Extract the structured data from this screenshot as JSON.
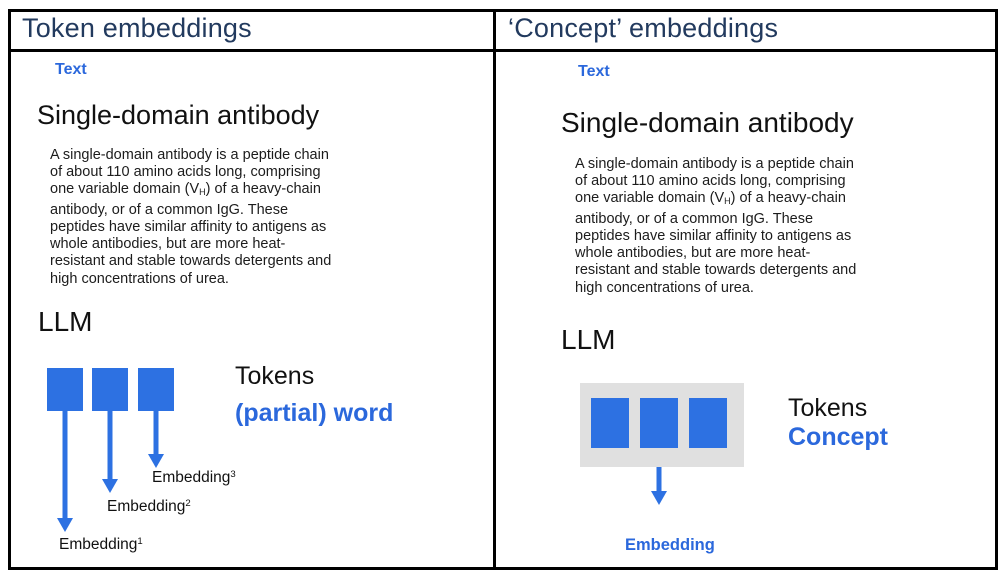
{
  "colors": {
    "border_black": "#000000",
    "header_navy": "#223a5e",
    "text_black": "#1a1a1a",
    "accent_blue_text": "#2b68dc",
    "accent_blue_shape": "#2d71e2",
    "gray_box": "#e0e0e0"
  },
  "left_panel": {
    "header": "Token embeddings",
    "text_label": "Text",
    "article": {
      "heading": "Single-domain antibody",
      "lines_a": [
        "A single-domain antibody is a peptide chain",
        "of about 110 amino acids long, comprising"
      ],
      "line_vh": {
        "before": "one variable domain (V",
        "sub": "H",
        "after": ") of a heavy-chain"
      },
      "lines_b": [
        "antibody, or of a common IgG. These",
        "peptides have similar affinity to antigens as",
        "whole antibodies, but are more heat-",
        "resistant and stable towards detergents and",
        "high concentrations of urea."
      ]
    },
    "llm_label": "LLM",
    "tokens_label": "Tokens",
    "tokens_meaning": "(partial) word",
    "embeddings": [
      {
        "base": "Embedding",
        "sup": "1"
      },
      {
        "base": "Embedding",
        "sup": "2"
      },
      {
        "base": "Embedding",
        "sup": "3"
      }
    ]
  },
  "right_panel": {
    "header": "‘Concept’ embeddings",
    "text_label": "Text",
    "article": {
      "heading": "Single-domain antibody",
      "lines_a": [
        "A single-domain antibody is a peptide chain",
        "of about 110 amino acids long, comprising"
      ],
      "line_vh": {
        "before": "one variable domain (V",
        "sub": "H",
        "after": ") of a heavy-chain"
      },
      "lines_b": [
        "antibody, or of a common IgG. These",
        "peptides have similar affinity to antigens as",
        "whole antibodies, but are more heat-",
        "resistant and stable towards detergents and",
        "high concentrations of urea."
      ]
    },
    "llm_label": "LLM",
    "tokens_label": "Tokens",
    "tokens_meaning": "Concept",
    "embedding_label": "Embedding"
  }
}
